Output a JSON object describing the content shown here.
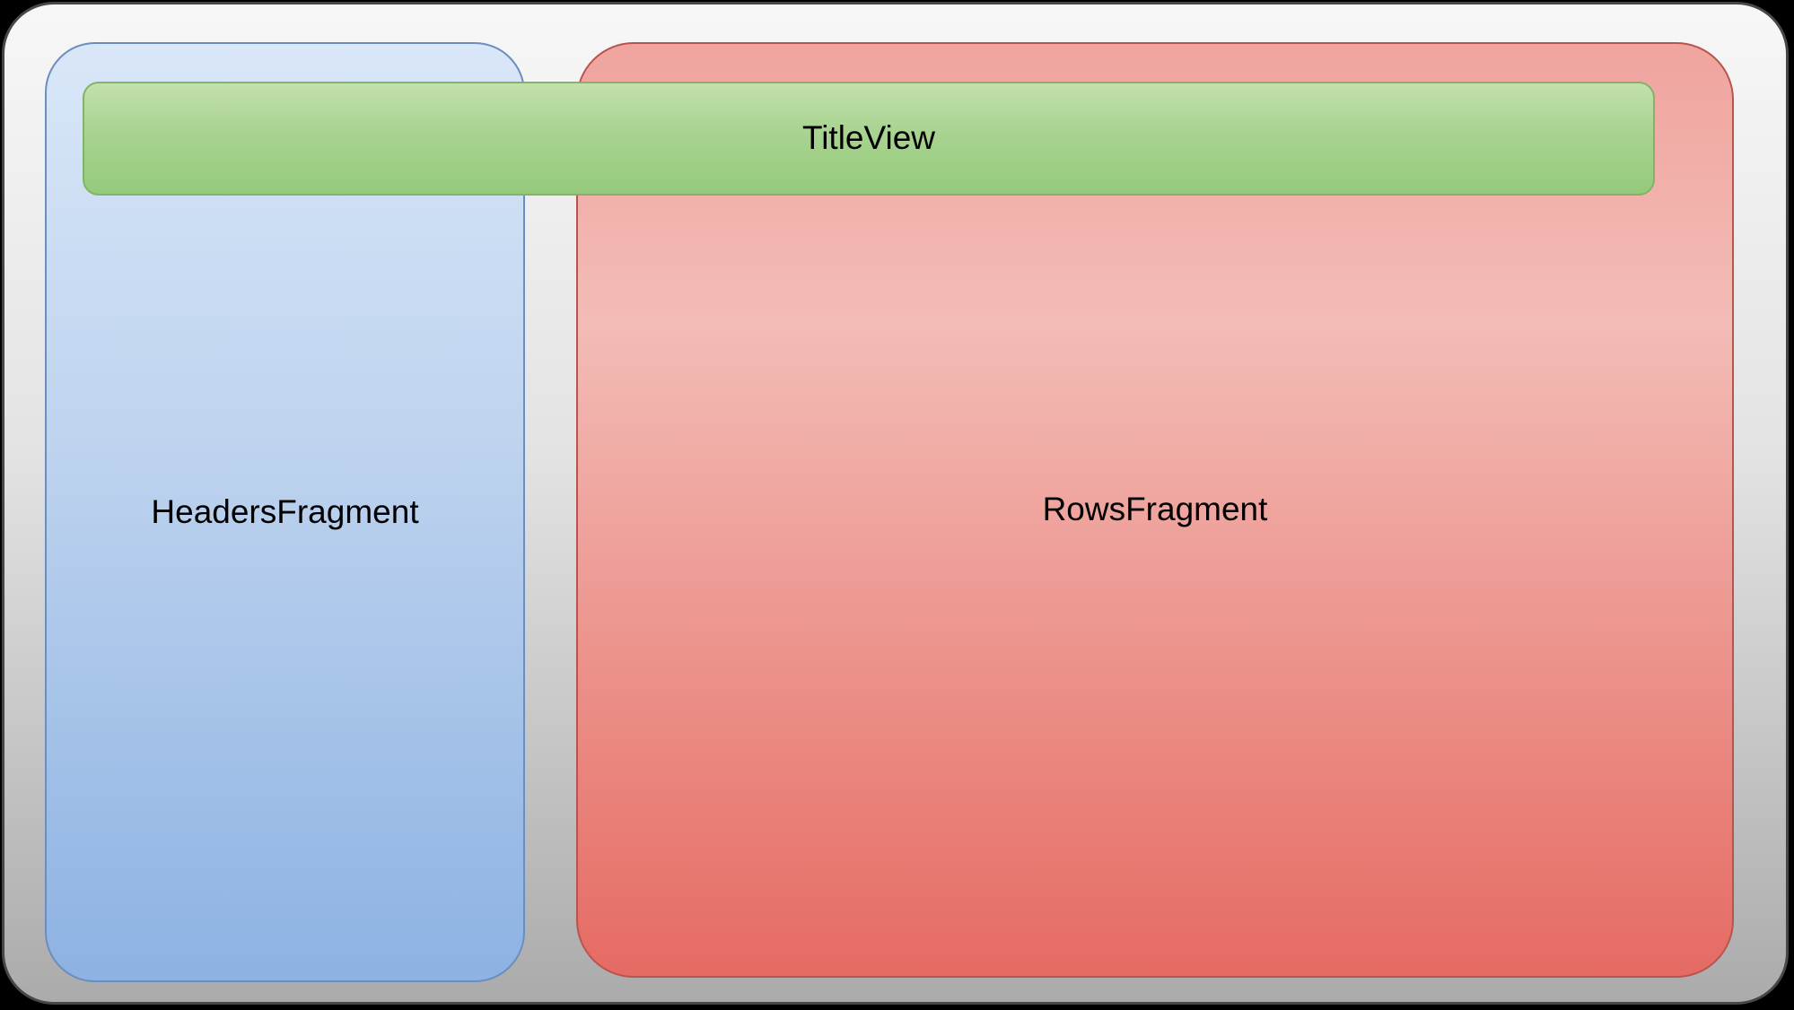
{
  "diagram": {
    "type": "layout-structure",
    "title_view": {
      "label": "TitleView"
    },
    "headers_fragment": {
      "label": "HeadersFragment"
    },
    "rows_fragment": {
      "label": "RowsFragment"
    }
  },
  "colors": {
    "canvas_bg": "#000000",
    "outer_fill_top": "#f7f7f7",
    "outer_fill_bottom": "#ababab",
    "outer_border": "#474747",
    "blue_fill_top": "#d9e7f8",
    "blue_fill_bottom": "#8db2e3",
    "blue_border": "#6c8ebf",
    "red_fill_top": "#f0a49e",
    "red_fill_bottom": "#e56b63",
    "red_border": "#b85450",
    "green_fill_top": "#c3e0ad",
    "green_fill_bottom": "#95ca7c",
    "green_border": "#82b366",
    "label_text": "#000000"
  }
}
